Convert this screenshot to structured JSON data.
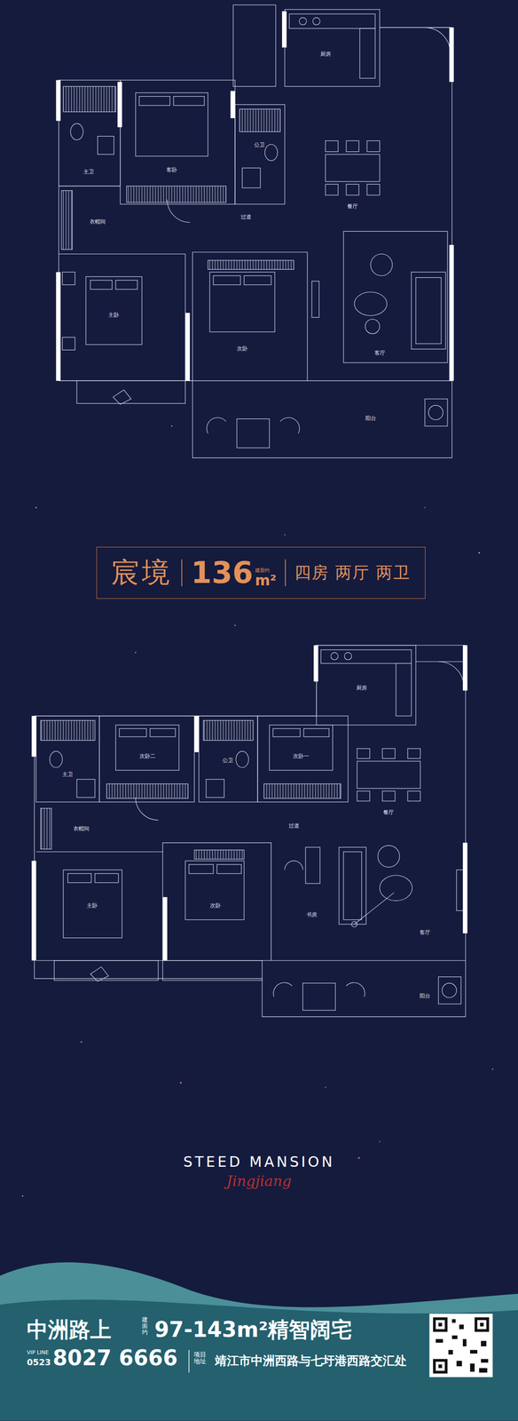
{
  "diagram": {
    "nodes": [
      {
        "text": [
          "宸境",
          "136",
          "建面约",
          "m²",
          "四房 两厅 两卫"
        ]
      }
    ],
    "labels": [
      "主卫",
      "客卧",
      "公卫",
      "厨房",
      "餐厅",
      "衣帽间",
      "过道",
      "主卧",
      "次卧",
      "客厅",
      "阳台",
      "厨房",
      "主卫",
      "次卧二",
      "公卫",
      "次卧一",
      "餐厅",
      "衣帽间",
      "过道",
      "主卧",
      "次卧",
      "书房",
      "客厅",
      "阳台",
      "STEED MANSION",
      "Jingjiang",
      "中洲路上",
      "建面约",
      "97-143m²精智阔宅",
      "VIP LINE",
      "0523",
      "8027 6666",
      "项目地址",
      "靖江市中洲西路与七圩港西路交汇处"
    ]
  }
}
